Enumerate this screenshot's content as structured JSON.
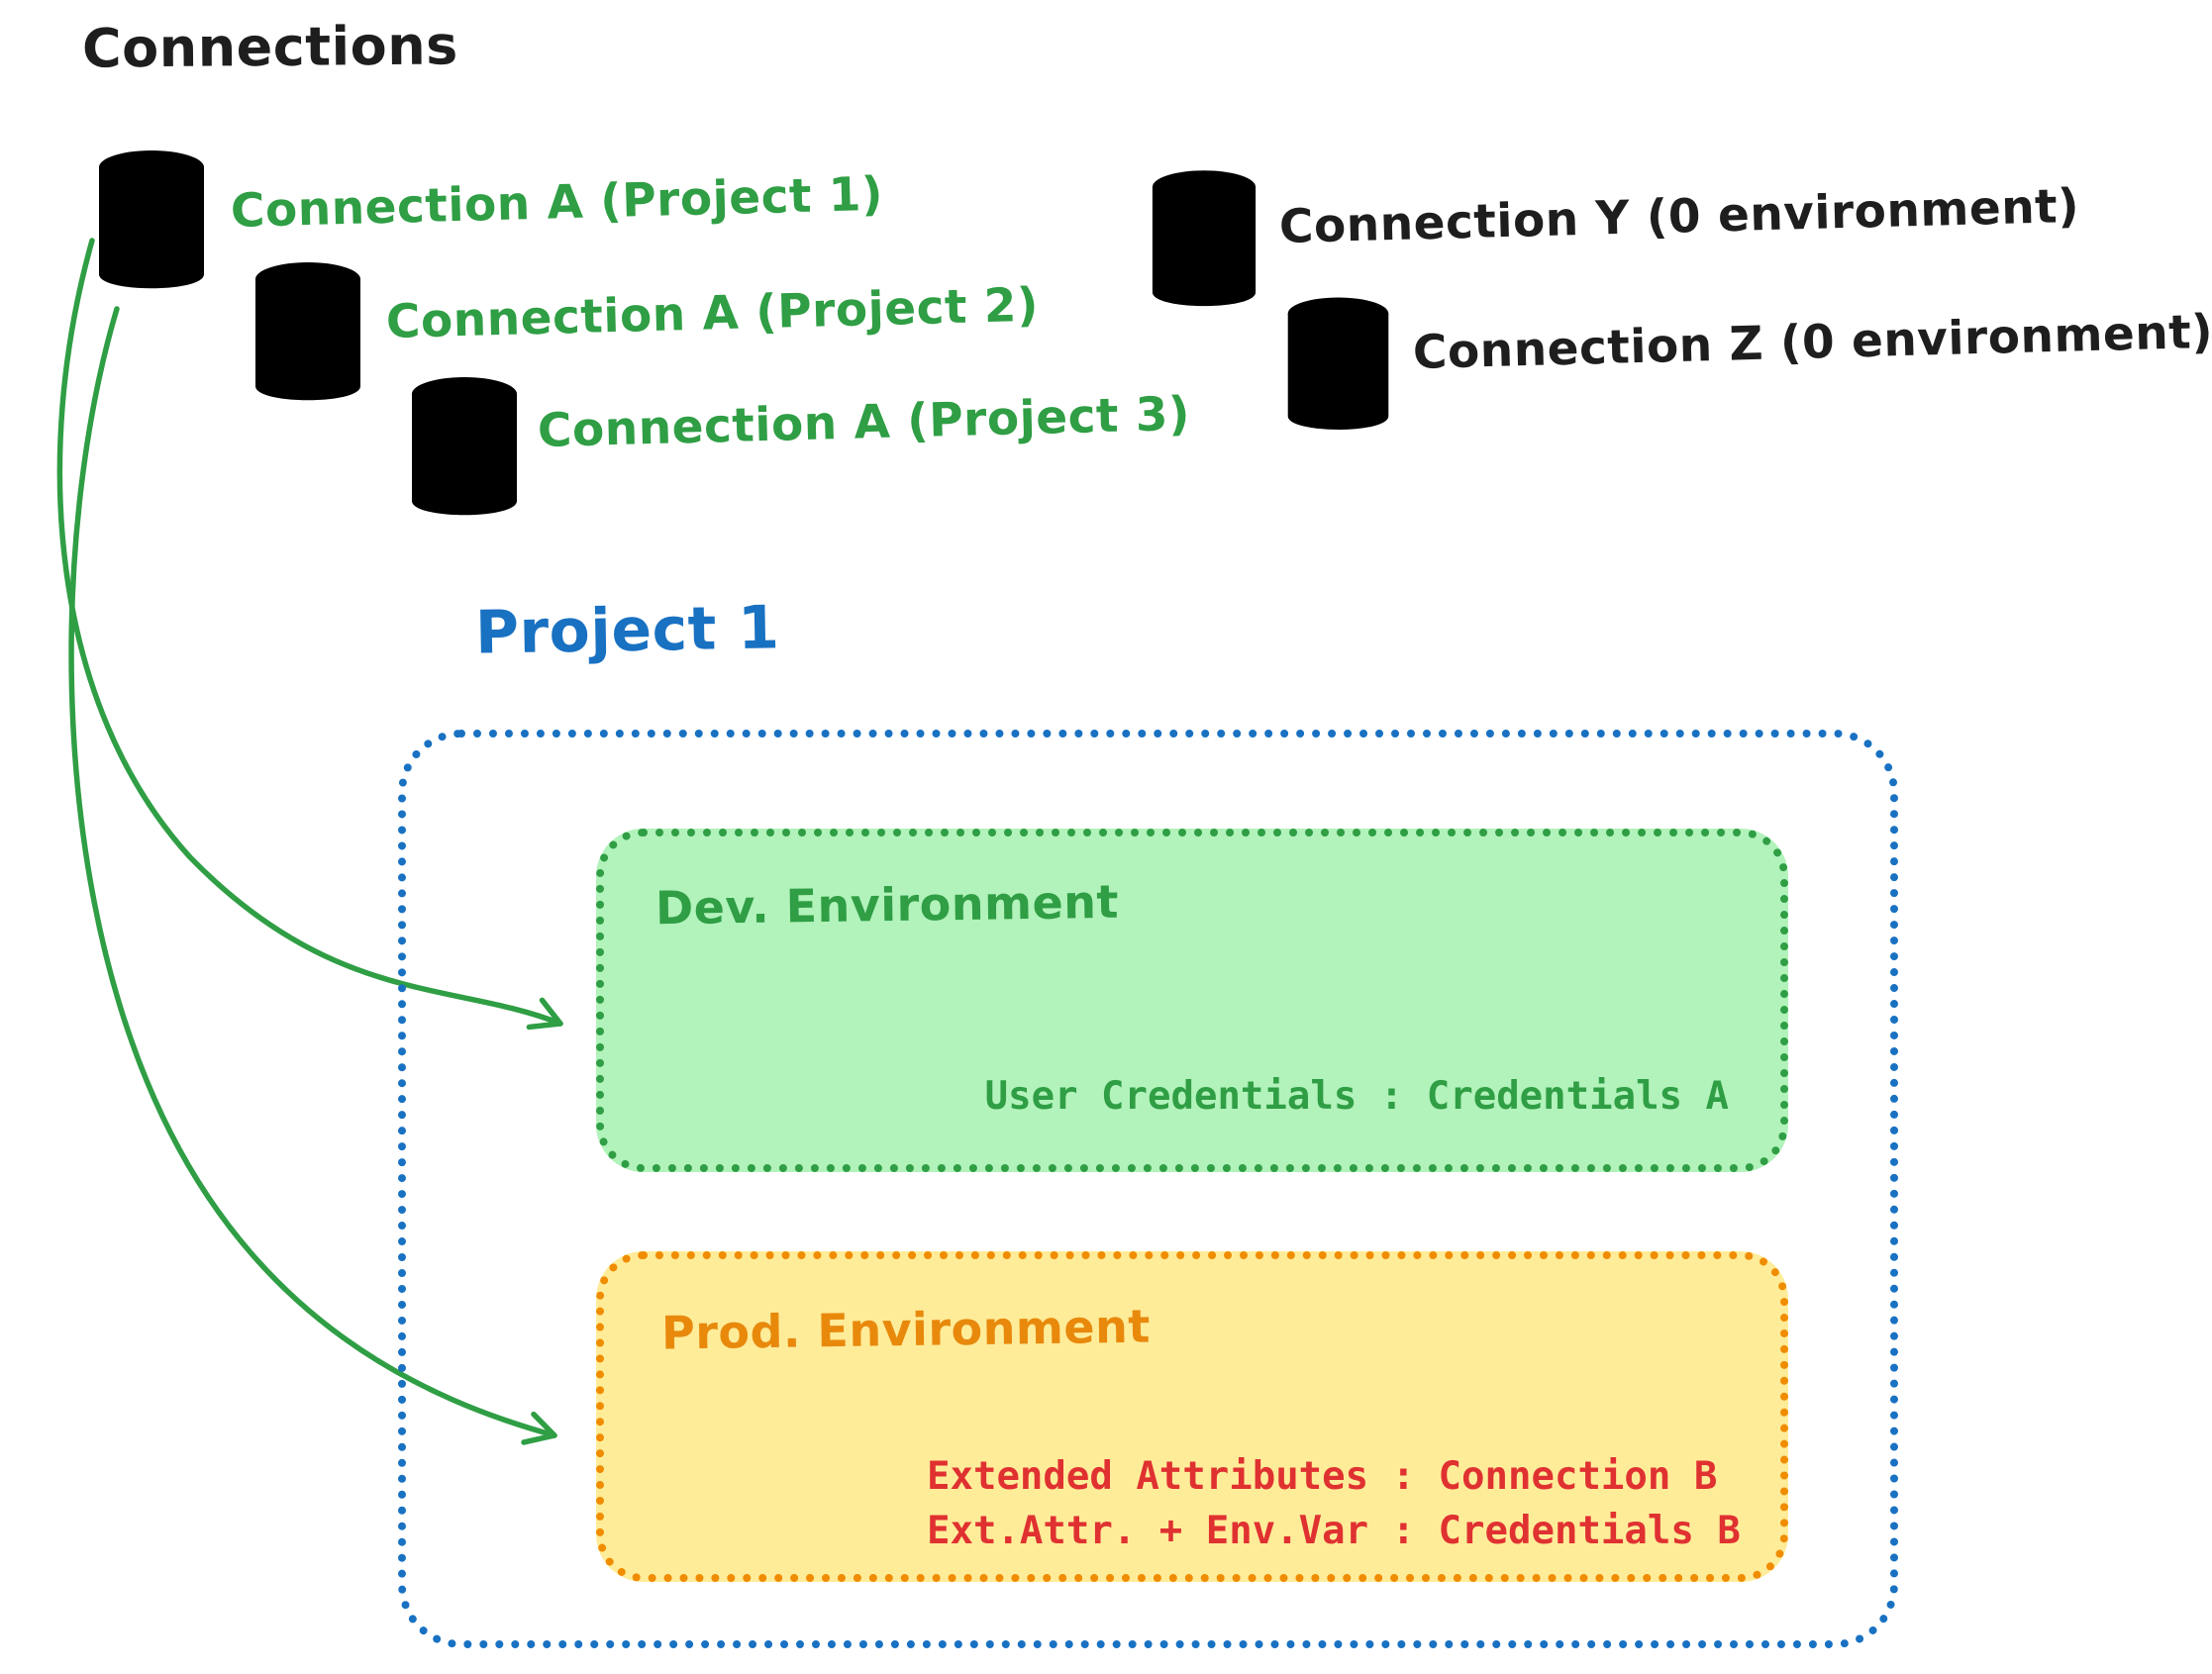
{
  "diagram": {
    "title": "Connections",
    "project_title": "Project 1"
  },
  "connections": [
    {
      "label": "Connection A (Project 1)",
      "color": "green"
    },
    {
      "label": "Connection A (Project 2)",
      "color": "green"
    },
    {
      "label": "Connection A (Project 3)",
      "color": "green"
    },
    {
      "label": "Connection Y (0 environment)",
      "color": "gray"
    },
    {
      "label": "Connection Z (0 environment)",
      "color": "gray"
    }
  ],
  "environments": {
    "dev": {
      "title": "Dev. Environment",
      "credential_line": "User Credentials : Credentials A"
    },
    "prod": {
      "title": "Prod. Environment",
      "line1": "Extended Attributes : Connection B",
      "line2": "Ext.Attr. + Env.Var : Credentials B"
    }
  },
  "colors": {
    "green_stroke": "#2f9e44",
    "green_fill": "#b2f2bb",
    "gray_stroke": "#1e1e1e",
    "gray_fill": "#dee2e6",
    "blue": "#1971c2",
    "orange": "#f08c00",
    "yellow_fill": "#ffec99",
    "red": "#e03131",
    "black": "#1e1e1e"
  }
}
